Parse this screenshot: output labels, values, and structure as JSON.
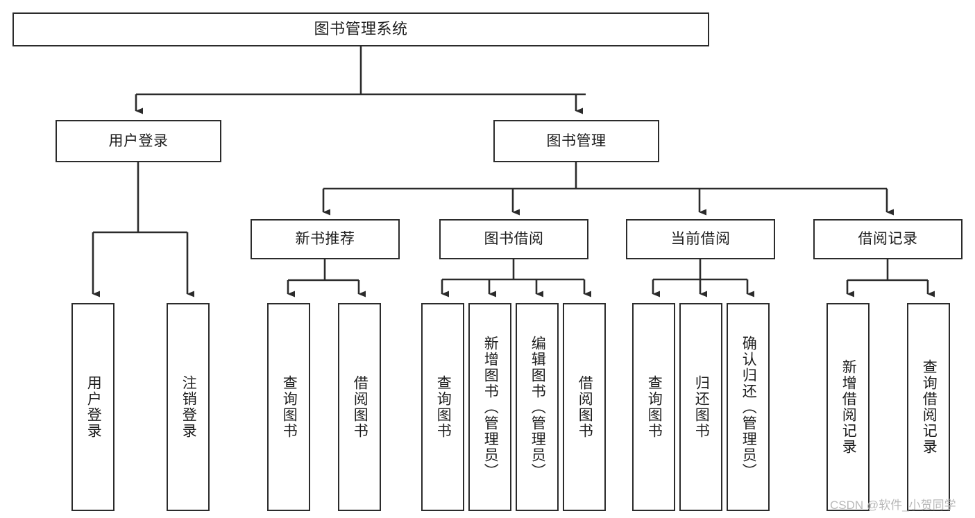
{
  "diagram": {
    "title": "图书管理系统",
    "type": "tree-hierarchy-chart",
    "colors": {
      "box_border": "#2b2b2b",
      "box_fill": "#ffffff",
      "connector": "#2b2b2b",
      "text": "#1c1c1c",
      "watermark": "#b9b9b9",
      "background": "#ffffff"
    },
    "watermark": "CSDN @软件_小贺同学"
  },
  "nodes": {
    "root": {
      "label": "图书管理系统",
      "level": 0
    },
    "level1": [
      {
        "id": "user-login",
        "label": "用户登录"
      },
      {
        "id": "book-management",
        "label": "图书管理"
      }
    ],
    "level2": [
      {
        "id": "new-book-recommend",
        "label": "新书推荐",
        "parent": "book-management"
      },
      {
        "id": "book-borrow",
        "label": "图书借阅",
        "parent": "book-management"
      },
      {
        "id": "current-borrow",
        "label": "当前借阅",
        "parent": "book-management"
      },
      {
        "id": "borrow-record",
        "label": "借阅记录",
        "parent": "book-management"
      }
    ],
    "leaves": [
      {
        "id": "leaf-user-login",
        "label": "用户登录",
        "parent": "user-login"
      },
      {
        "id": "leaf-logout",
        "label": "注销登录",
        "parent": "user-login"
      },
      {
        "id": "leaf-query-book-1",
        "label": "查询图书",
        "parent": "new-book-recommend"
      },
      {
        "id": "leaf-borrow-book-1",
        "label": "借阅图书",
        "parent": "new-book-recommend"
      },
      {
        "id": "leaf-query-book-2",
        "label": "查询图书",
        "parent": "book-borrow"
      },
      {
        "id": "leaf-add-book",
        "label": "新增图书（管理员）",
        "parent": "book-borrow"
      },
      {
        "id": "leaf-edit-book",
        "label": "编辑图书（管理员）",
        "parent": "book-borrow"
      },
      {
        "id": "leaf-borrow-book-2",
        "label": "借阅图书",
        "parent": "book-borrow"
      },
      {
        "id": "leaf-query-book-3",
        "label": "查询图书",
        "parent": "current-borrow"
      },
      {
        "id": "leaf-return-book",
        "label": "归还图书",
        "parent": "current-borrow"
      },
      {
        "id": "leaf-confirm-return",
        "label": "确认归还（管理员）",
        "parent": "current-borrow"
      },
      {
        "id": "leaf-add-record",
        "label": "新增借阅记录",
        "parent": "borrow-record"
      },
      {
        "id": "leaf-query-record",
        "label": "查询借阅记录",
        "parent": "borrow-record"
      }
    ]
  }
}
